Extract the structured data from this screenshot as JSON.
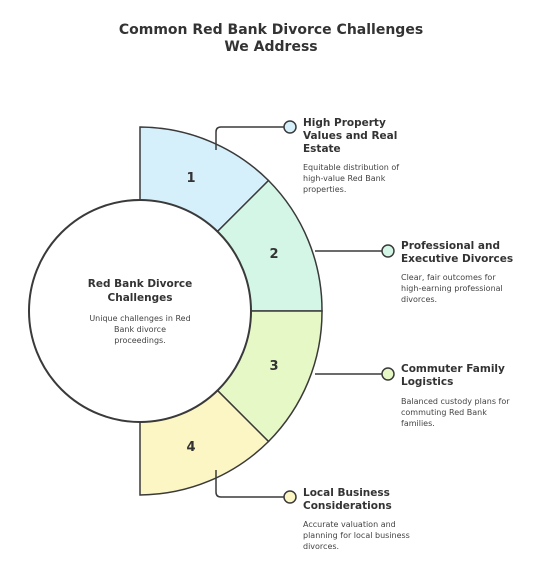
{
  "title": {
    "line1": "Common Red Bank Divorce Challenges",
    "line2": "We Address"
  },
  "center": {
    "title_line1": "Red Bank Divorce",
    "title_line2": "Challenges",
    "desc_line1": "Unique challenges in Red",
    "desc_line2": "Bank divorce",
    "desc_line3": "proceedings."
  },
  "segments": [
    {
      "number": "1",
      "color": "#d6f0fb"
    },
    {
      "number": "2",
      "color": "#d4f6e6"
    },
    {
      "number": "3",
      "color": "#e6f8c6"
    },
    {
      "number": "4",
      "color": "#fcf6c4"
    }
  ],
  "items": [
    {
      "title_lines": [
        "High Property",
        "Values and Real",
        "Estate"
      ],
      "desc_lines": [
        "Equitable distribution of",
        "high-value Red Bank",
        "properties."
      ]
    },
    {
      "title_lines": [
        "Professional and",
        "Executive Divorces"
      ],
      "desc_lines": [
        "Clear, fair outcomes for",
        "high-earning professional",
        "divorces."
      ]
    },
    {
      "title_lines": [
        "Commuter Family",
        "Logistics"
      ],
      "desc_lines": [
        "Balanced custody plans for",
        "commuting Red Bank",
        "families."
      ]
    },
    {
      "title_lines": [
        "Local Business",
        "Considerations"
      ],
      "desc_lines": [
        "Accurate valuation and",
        "planning for local business",
        "divorces."
      ]
    }
  ]
}
